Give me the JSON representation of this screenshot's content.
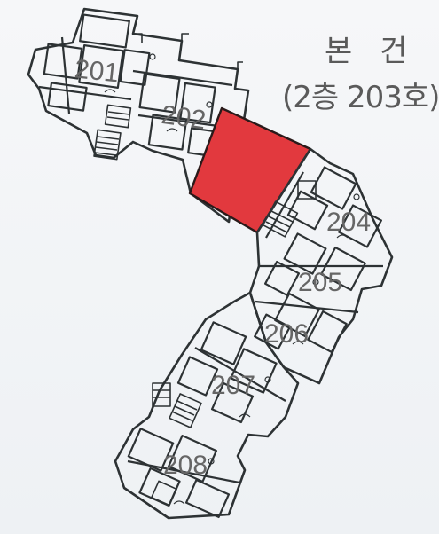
{
  "title": {
    "line1": "본 건",
    "line2": "(2층 203호)"
  },
  "units": [
    {
      "id": "201",
      "label": "201",
      "highlighted": false
    },
    {
      "id": "202",
      "label": "202",
      "highlighted": false
    },
    {
      "id": "203",
      "label": "",
      "highlighted": true
    },
    {
      "id": "204",
      "label": "204",
      "highlighted": false
    },
    {
      "id": "205",
      "label": "205",
      "highlighted": false
    },
    {
      "id": "206",
      "label": "206",
      "highlighted": false
    },
    {
      "id": "207",
      "label": "207",
      "highlighted": false
    },
    {
      "id": "208",
      "label": "208",
      "highlighted": false
    }
  ],
  "colors": {
    "highlight_fill": "#e2393e",
    "highlight_stroke": "#2a1a1a",
    "wall": "#2d3234",
    "title_text": "#5a5a5a",
    "label_text": "#666666"
  }
}
